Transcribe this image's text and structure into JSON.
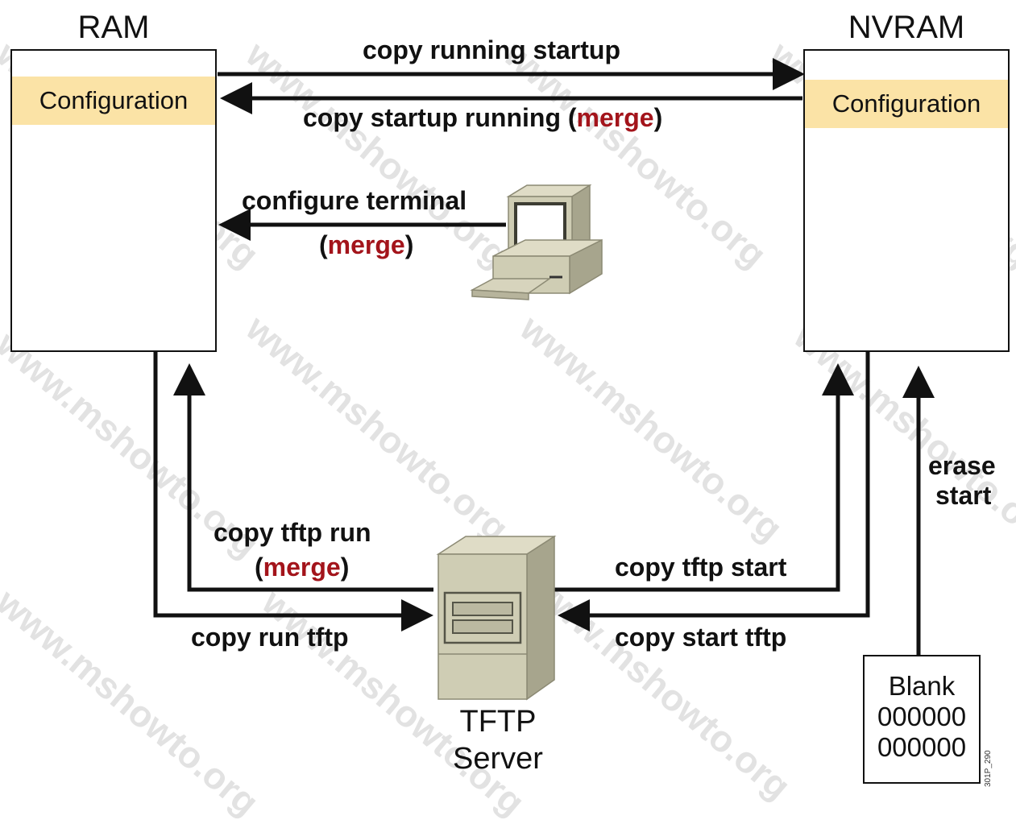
{
  "ram": {
    "title": "RAM",
    "config_label": "Configuration"
  },
  "nvram": {
    "title": "NVRAM",
    "config_label": "Configuration"
  },
  "commands": {
    "copy_running_startup": "copy running startup",
    "copy_startup_running": "copy startup running (",
    "copy_startup_running_merge": "merge",
    "copy_startup_running_close": ")",
    "configure_terminal": "configure terminal",
    "configure_terminal_open": "(",
    "configure_terminal_merge": "merge",
    "configure_terminal_close": ")",
    "copy_tftp_run": "copy tftp run",
    "copy_tftp_run_open": "(",
    "copy_tftp_run_merge": "merge",
    "copy_tftp_run_close": ")",
    "copy_run_tftp": "copy run tftp",
    "copy_tftp_start": "copy tftp start",
    "copy_start_tftp": "copy start tftp",
    "erase_start_line1": "erase",
    "erase_start_line2": "start"
  },
  "tftp": {
    "line1": "TFTP",
    "line2": "Server"
  },
  "blank": {
    "line1": "Blank",
    "line2": "000000",
    "line3": "000000"
  },
  "figure_code": "301P_290",
  "watermark": "www.mshowto.org",
  "colors": {
    "config_band": "#fbe3a6",
    "merge_text": "#a3141b",
    "lines": "#111111"
  }
}
